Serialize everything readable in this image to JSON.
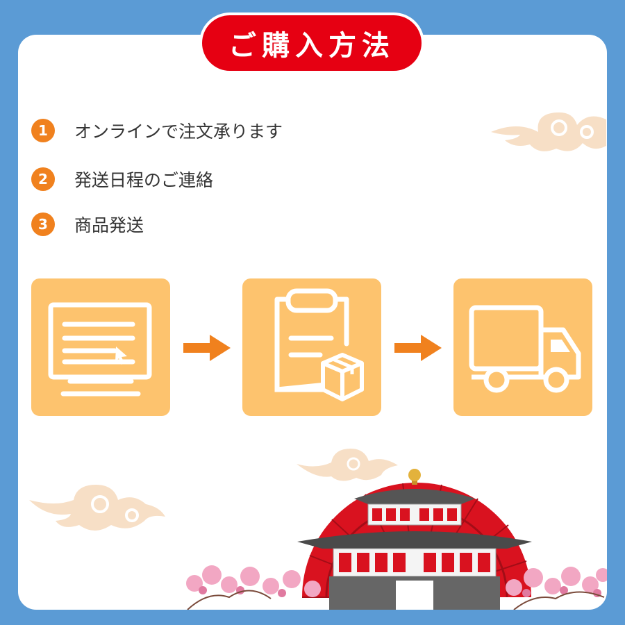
{
  "title": "ご購入方法",
  "steps": [
    {
      "number": "1",
      "text": "オンラインで注文承ります"
    },
    {
      "number": "2",
      "text": "発送日程のご連絡"
    },
    {
      "number": "3",
      "text": "商品発送"
    }
  ],
  "flow_icons": [
    "computer-icon",
    "clipboard-box-icon",
    "delivery-truck-icon"
  ],
  "colors": {
    "background": "#5b9bd5",
    "title_badge": "#e60012",
    "step_circle": "#f0811e",
    "tile": "#fdc36e",
    "arrow": "#f0811e",
    "cloud": "#f7dfc6"
  }
}
